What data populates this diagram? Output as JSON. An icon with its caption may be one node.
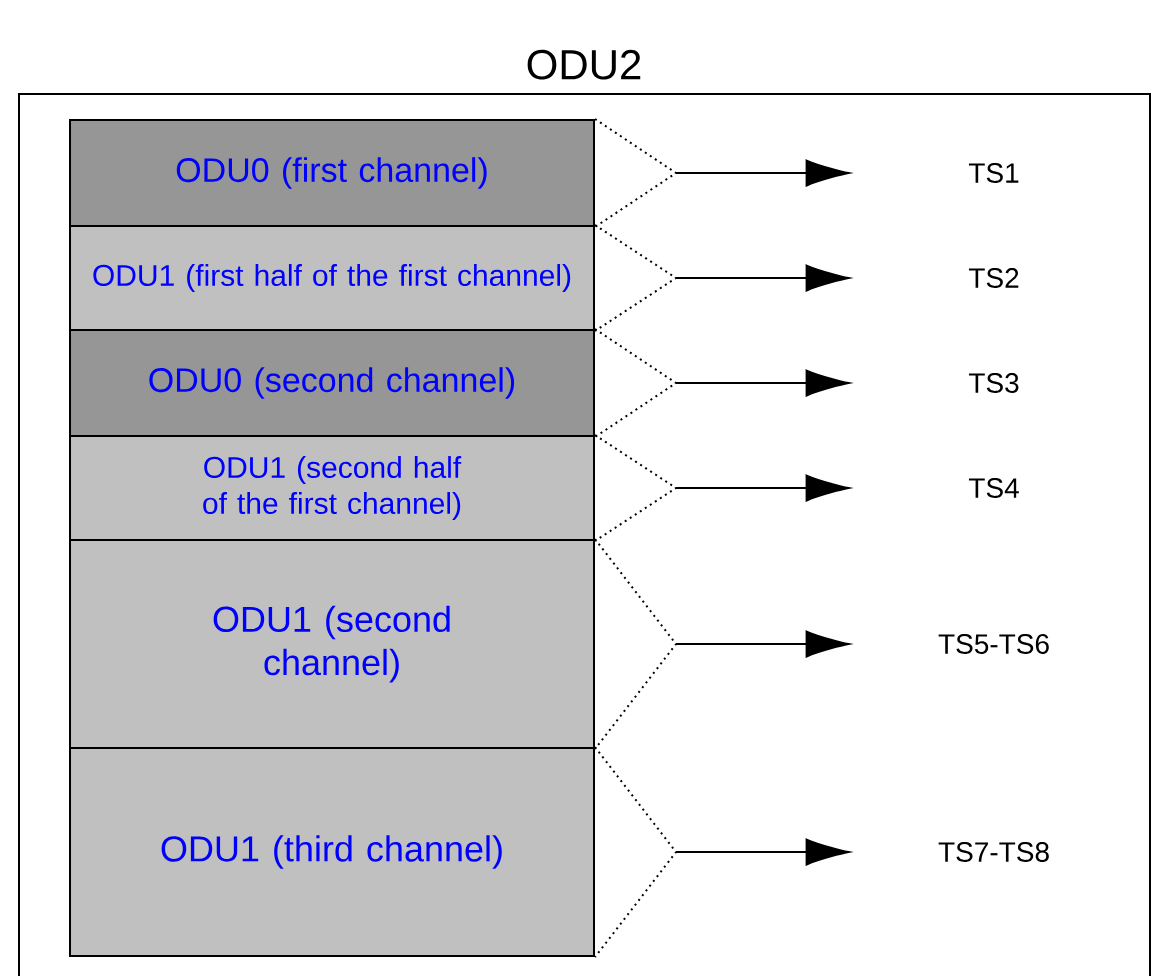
{
  "diagram": {
    "nodes": [
      {
        "text": [
          "ODU2"
        ]
      },
      {
        "text": [
          "ODU0 (first channel)"
        ],
        "in": 0
      },
      {
        "text": [
          "ODU1 (first half of the first channel)"
        ],
        "in": 0
      },
      {
        "text": [
          "ODU0 (second channel)"
        ],
        "in": 0
      },
      {
        "text": [
          "ODU1 (second half of the first channel)"
        ],
        "in": 0
      },
      {
        "text": [
          "ODU1 (second channel)"
        ],
        "in": 0
      },
      {
        "text": [
          "ODU1 (third channel)"
        ],
        "in": 0
      },
      {
        "text": [
          "TS1"
        ],
        "in": 0
      },
      {
        "text": [
          "TS2"
        ],
        "in": 0
      },
      {
        "text": [
          "TS3"
        ],
        "in": 0
      },
      {
        "text": [
          "TS4"
        ],
        "in": 0
      },
      {
        "text": [
          "TS5-TS6"
        ],
        "in": 0
      },
      {
        "text": [
          "TS7-TS8"
        ],
        "in": 0
      }
    ],
    "edges": [
      {
        "from": 1,
        "to": 7,
        "arrow": "to"
      },
      {
        "from": 2,
        "to": 8,
        "arrow": "to"
      },
      {
        "from": 3,
        "to": 9,
        "arrow": "to"
      },
      {
        "from": 4,
        "to": 10,
        "arrow": "to"
      },
      {
        "from": 5,
        "to": 11,
        "arrow": "to"
      },
      {
        "from": 6,
        "to": 12,
        "arrow": "to"
      }
    ]
  }
}
